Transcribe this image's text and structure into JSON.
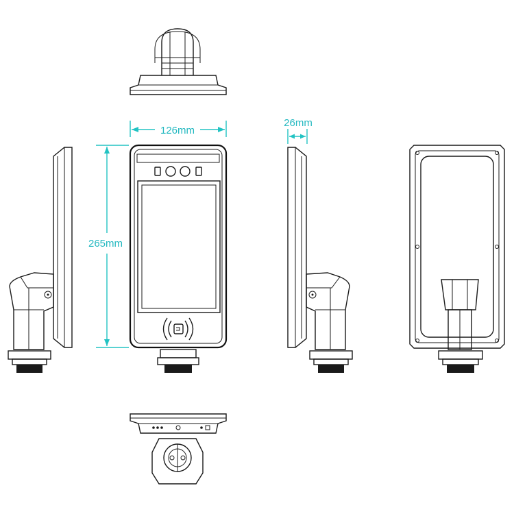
{
  "dimensions": {
    "width_label": "126mm",
    "depth_label": "26mm",
    "height_label": "265mm"
  },
  "colors": {
    "dimension": "#22c3c3",
    "line": "#1a1a1a",
    "background": "#ffffff"
  }
}
